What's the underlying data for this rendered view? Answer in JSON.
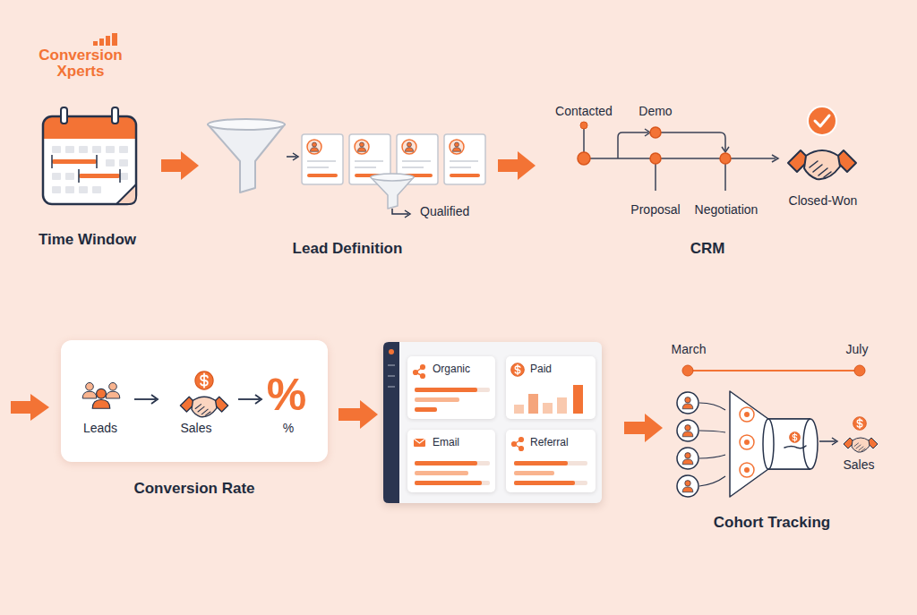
{
  "diagram": {
    "nodes": [
      {
        "text": [
          "Time Window"
        ]
      },
      {
        "text": [
          "Qualified",
          "Lead Definition"
        ]
      },
      {
        "text": [
          "Contacted",
          "Demo",
          "Proposal",
          "Negotiation",
          "Closed-Won",
          "CRM"
        ]
      },
      {
        "text": [
          "Leads",
          "Sales",
          "%",
          "%",
          "Conversion Rate"
        ]
      },
      {
        "text": []
      },
      {
        "text": [
          "Organic"
        ],
        "in": 4
      },
      {
        "text": [
          "Paid"
        ],
        "in": 4
      },
      {
        "text": [
          "Email"
        ],
        "in": 4
      },
      {
        "text": [
          "Referral"
        ],
        "in": 4
      },
      {
        "text": [
          "March",
          "July",
          "Sales",
          "Cohort Tracking"
        ]
      }
    ],
    "edges": [
      {
        "from": 0,
        "to": 1,
        "arrow": "to"
      },
      {
        "from": 1,
        "to": 2,
        "arrow": "to"
      },
      {
        "from": 3,
        "to": 4,
        "arrow": "to"
      },
      {
        "from": 4,
        "to": 9,
        "arrow": "to"
      }
    ],
    "labels": [
      "Conversion Xperts"
    ]
  }
}
